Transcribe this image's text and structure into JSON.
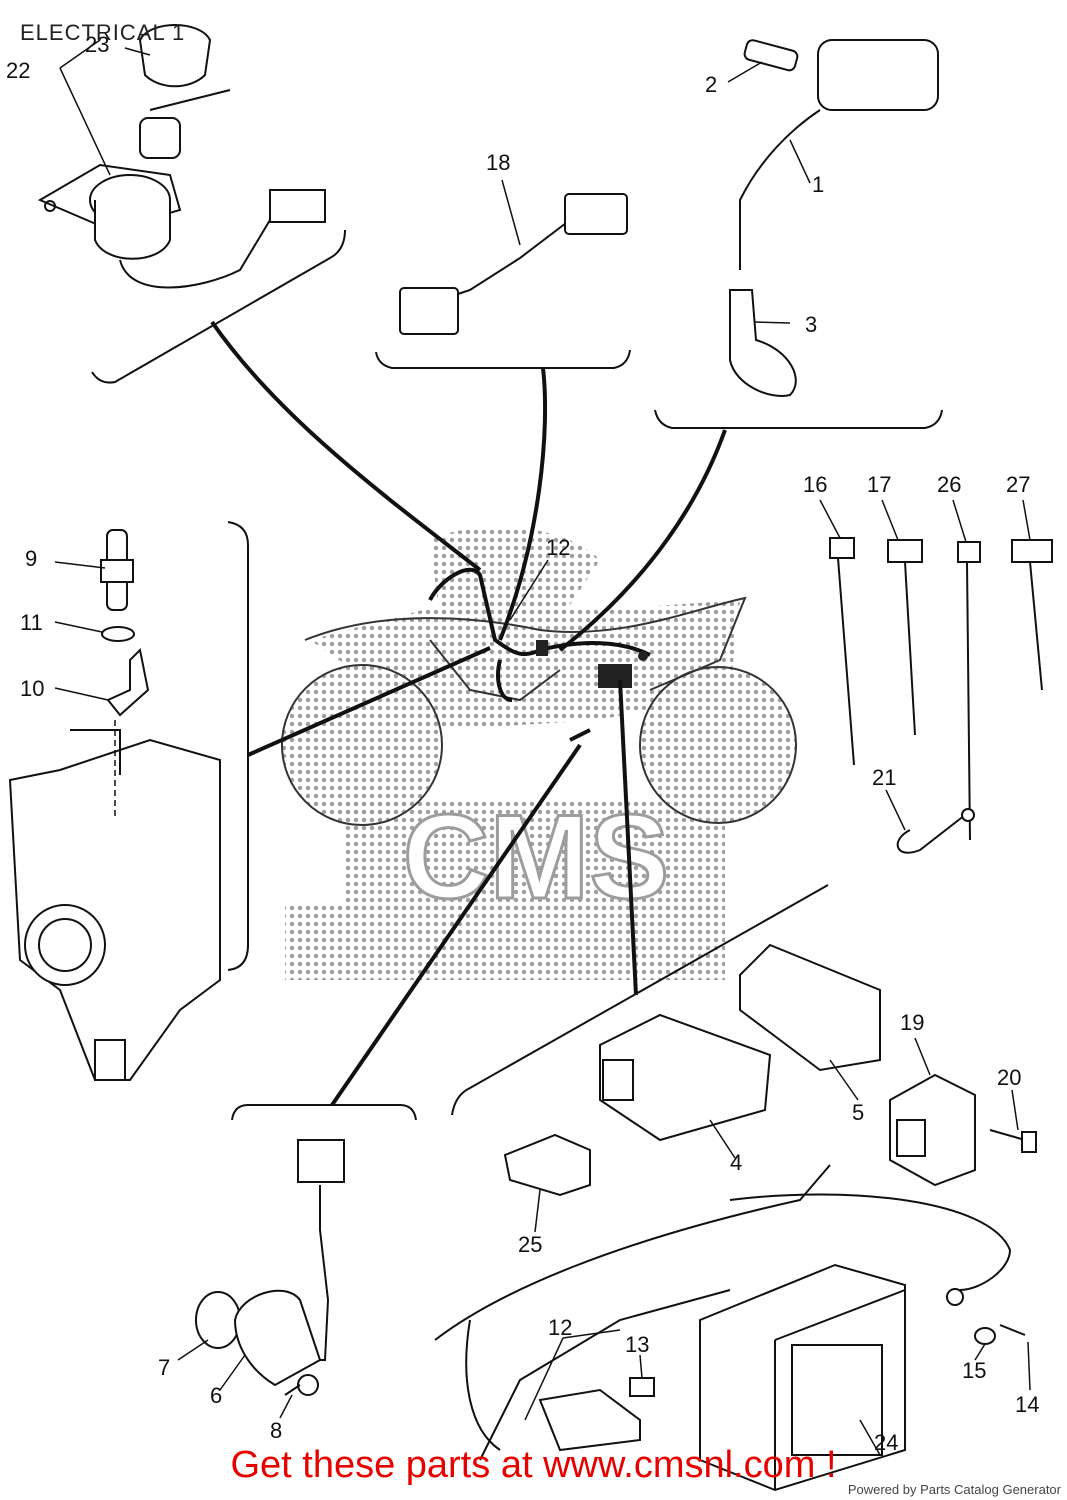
{
  "title": "ELECTRICAL 1",
  "footer": "Get these parts at www.cmsnl.com !",
  "credit": "Powered by Parts Catalog Generator",
  "watermark": "CMS",
  "callouts": [
    "1",
    "2",
    "3",
    "4",
    "5",
    "6",
    "7",
    "8",
    "9",
    "10",
    "11",
    "12",
    "12",
    "13",
    "14",
    "15",
    "16",
    "17",
    "18",
    "19",
    "20",
    "21",
    "22",
    "23",
    "24",
    "25",
    "26",
    "27"
  ]
}
